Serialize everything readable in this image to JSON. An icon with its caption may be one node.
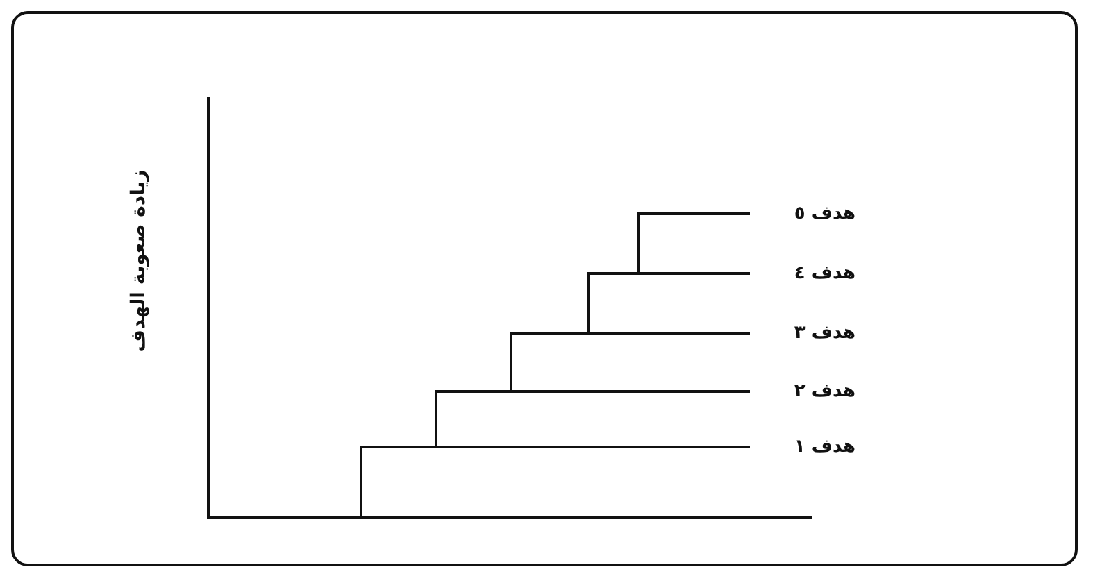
{
  "diagram": {
    "labels": [
      "زيادة صعوبة الهدف",
      "هدف ٥",
      "هدف ٤",
      "هدف ٣",
      "هدف ٢",
      "هدف ١"
    ]
  }
}
